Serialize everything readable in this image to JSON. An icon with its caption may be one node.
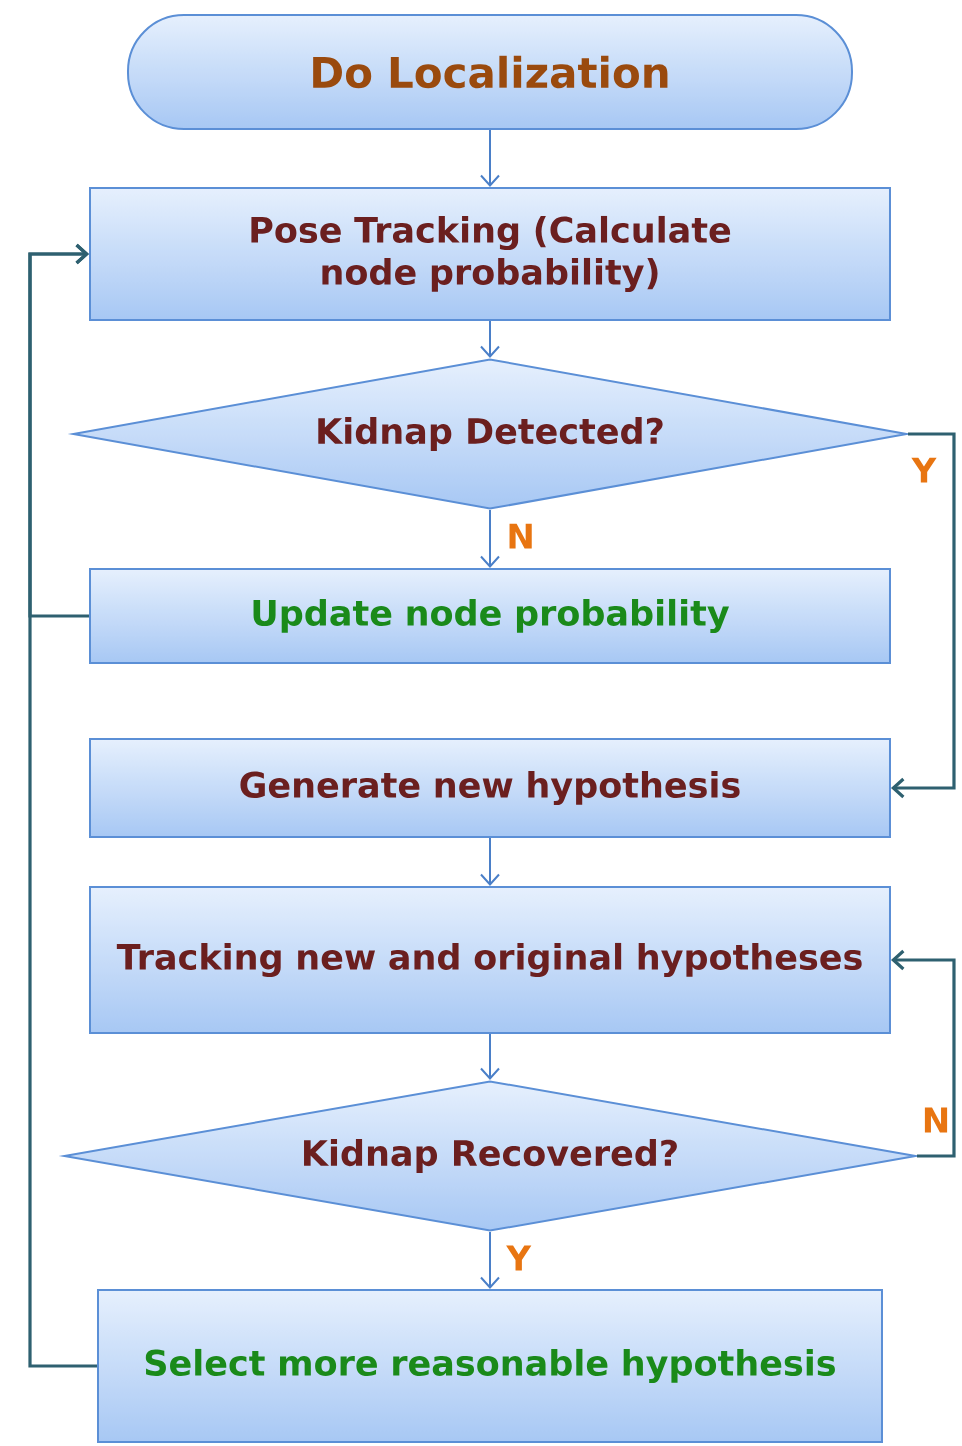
{
  "diagram": {
    "nodes": [
      {
        "text": [
          "Do Localization"
        ]
      },
      {
        "text": [
          "Pose Tracking (Calculate node probability)"
        ]
      },
      {
        "text": [
          "Kidnap Detected?"
        ]
      },
      {
        "text": [
          "Update node probability"
        ]
      },
      {
        "text": [
          "Generate new hypothesis"
        ]
      },
      {
        "text": [
          "Tracking new and original hypotheses"
        ]
      },
      {
        "text": [
          "Kidnap Recovered?"
        ]
      },
      {
        "text": [
          "Select more reasonable hypothesis"
        ]
      }
    ],
    "edges": [
      {
        "from": 0,
        "to": 1,
        "arrow": "to"
      },
      {
        "from": 1,
        "to": 2,
        "arrow": "to"
      },
      {
        "from": 2,
        "to": 3,
        "arrow": "to",
        "label": "N"
      },
      {
        "from": 2,
        "to": 4,
        "arrow": "to",
        "label": "Y",
        "color": "#2e6070"
      },
      {
        "from": 4,
        "to": 5,
        "arrow": "to"
      },
      {
        "from": 5,
        "to": 6,
        "arrow": "to"
      },
      {
        "from": 6,
        "to": 7,
        "arrow": "to",
        "label": "Y"
      },
      {
        "from": 6,
        "to": 5,
        "arrow": "to",
        "label": "N",
        "color": "#2e6070"
      },
      {
        "from": 3,
        "to": 1,
        "arrow": "to",
        "color": "#2e6070"
      },
      {
        "from": 7,
        "to": 1,
        "arrow": "to",
        "color": "#2e6070"
      }
    ]
  }
}
